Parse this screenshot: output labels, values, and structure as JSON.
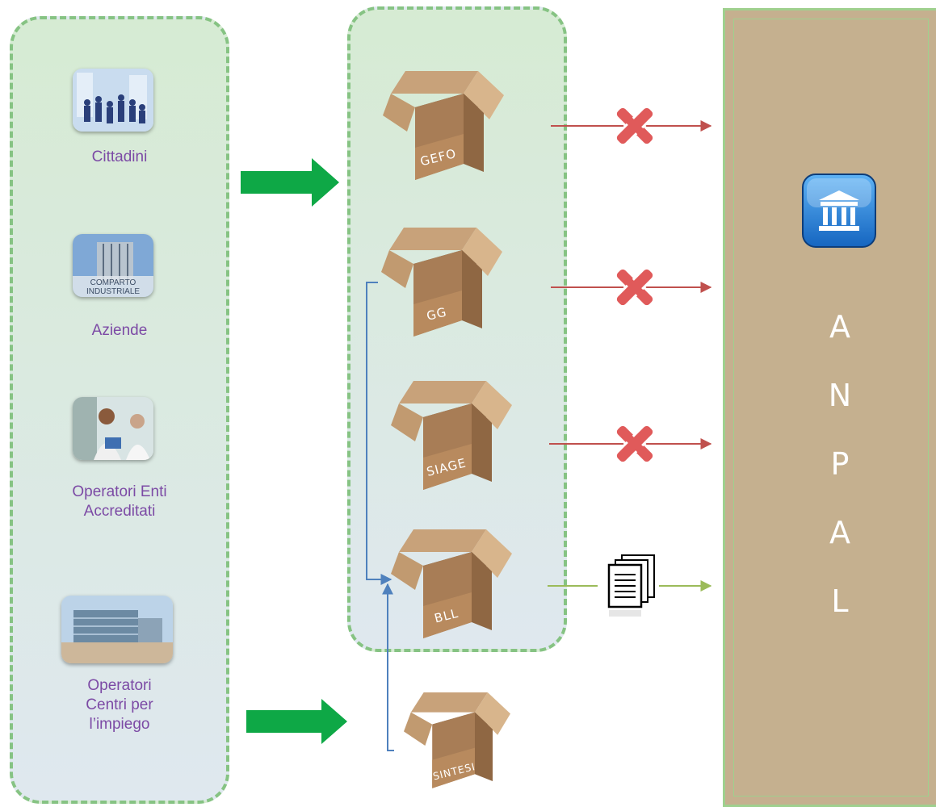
{
  "actors": [
    {
      "label": "Cittadini",
      "icon": "crowd-photo-icon"
    },
    {
      "label": "Aziende",
      "icon": "industrial-building-photo-icon",
      "image_caption": "COMPARTO INDUSTRIALE"
    },
    {
      "label": "Operatori Enti\nAccreditati",
      "icon": "office-workers-photo-icon"
    },
    {
      "label": "Operatori\nCentri per\nl’impiego",
      "icon": "office-building-photo-icon"
    }
  ],
  "systems": [
    {
      "label": "GEFO",
      "status": "blocked"
    },
    {
      "label": "GG",
      "status": "blocked"
    },
    {
      "label": "SIAGE",
      "status": "blocked"
    },
    {
      "label": "BLL",
      "status": "documents"
    },
    {
      "label": "SINTESI",
      "status": "source"
    }
  ],
  "target": {
    "letters": [
      "A",
      "N",
      "P",
      "A",
      "L"
    ],
    "icon": "government-building-icon"
  },
  "colors": {
    "flow_arrow": "#0ea846",
    "blocked_line": "#c0504d",
    "ok_line": "#9bbb59",
    "feed_line": "#4f81bd",
    "label_text": "#7c4aa5",
    "target_bg": "#c5b08f"
  }
}
